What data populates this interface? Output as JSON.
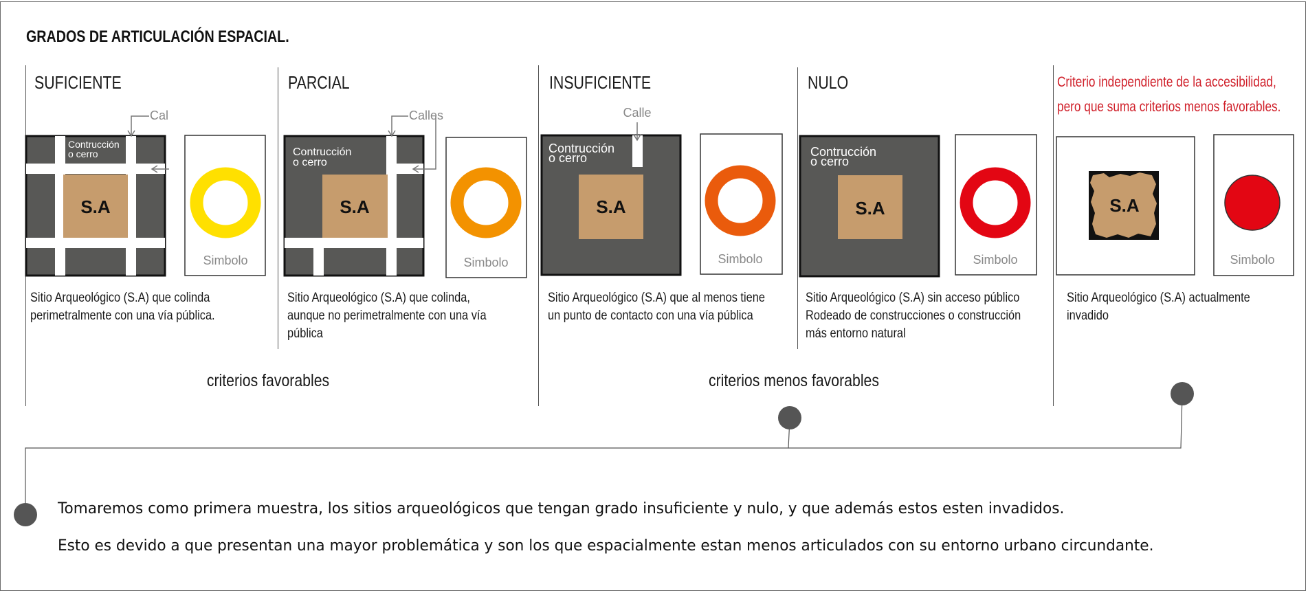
{
  "title": "GRADOS DE ARTICULACIÓN ESPACIAL.",
  "categories": [
    {
      "name": "SUFICIENTE",
      "desc_lines": [
        "Sitio  Arqueológico  (S.A)  que  colinda",
        "perimetralmente con una vía pública."
      ],
      "ring_color": "#FFE000"
    },
    {
      "name": "PARCIAL",
      "desc_lines": [
        "Sitio Arqueológico (S.A) que colinda,",
        "aunque no perimetralmente con una vía",
        "pública"
      ],
      "ring_color": "#F39200"
    },
    {
      "name": "INSUFICIENTE",
      "desc_lines": [
        "Sitio Arqueológico (S.A) que al menos tiene",
        "un punto de contacto con una vía pública"
      ],
      "ring_color": "#EA5B0C"
    },
    {
      "name": "NULO",
      "desc_lines": [
        "Sitio Arqueológico (S.A) sin acceso público",
        "Rodeado de construcciones o construcción",
        "más entorno natural"
      ],
      "ring_color": "#E30613"
    },
    {
      "name": "",
      "desc_lines": [
        "Sitio Arqueológico (S.A) actualmente",
        "invadido"
      ],
      "ring_color": "#E30613"
    }
  ],
  "red_note": [
    "Criterio independiente de la accesibilidad,",
    "pero que suma criterios menos favorables."
  ],
  "labels": {
    "calles": "Calles",
    "calle": "Calle",
    "contruccion_1": "Contrucción",
    "contruccion_2": "o cerro",
    "sa": "S.A",
    "simbolo": "Simbolo"
  },
  "groups": {
    "favorable": "criterios favorables",
    "less_favorable": "criterios menos favorables"
  },
  "conclusion": [
    "Tomaremos como primera muestra, los sitios arqueológicos que tengan grado insuficiente y nulo, y que además estos esten invadidos.",
    "Esto es devido a que presentan una mayor problemática y son los que espacialmente estan menos articulados con su entorno urbano circundante."
  ],
  "colors": {
    "block": "#585856",
    "site": "#C69C6D",
    "connector": "#555555",
    "note": "#D0202A"
  }
}
